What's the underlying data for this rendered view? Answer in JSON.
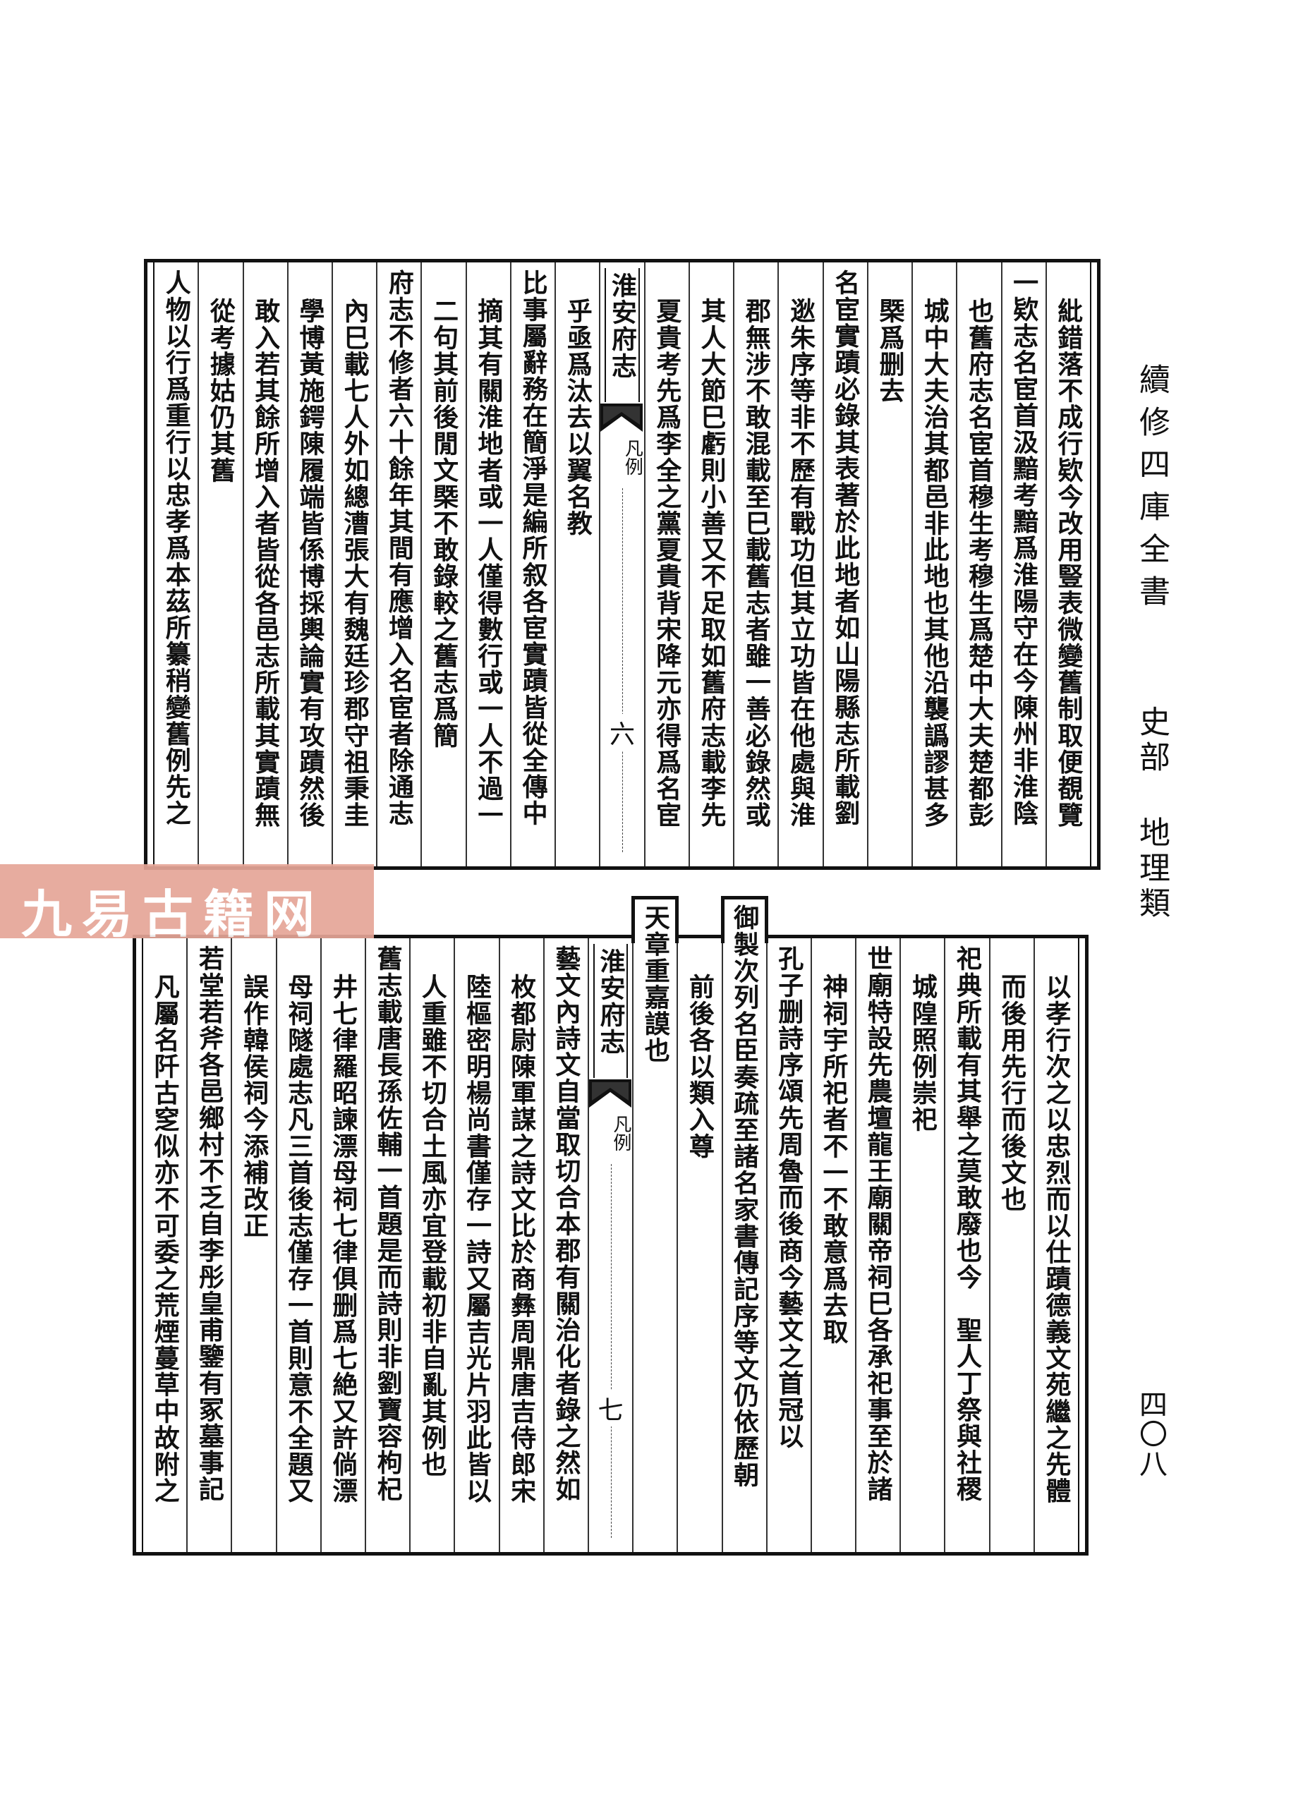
{
  "header": {
    "series_title": "續修四庫全書",
    "category": "史部 地理類",
    "page_number": "四〇八"
  },
  "watermark": "九易古籍网",
  "top_block": {
    "book_title": "淮安府志",
    "section": "凡例",
    "leaf": "六",
    "columns_right": [
      {
        "text": "紕錯落不成行欵今改用豎表微變舊制取便覩覽",
        "indent": 1
      },
      {
        "text": "一欵志名宦首汲黯考黯爲淮陽守在今陳州非淮陰",
        "indent": 0
      },
      {
        "text": "也舊府志名宦首穆生考穆生爲楚中大夫楚都彭",
        "indent": 1
      },
      {
        "text": "城中大夫治其都邑非此地也其他沿襲譌謬甚多",
        "indent": 1
      },
      {
        "text": "槩爲删去",
        "indent": 1
      },
      {
        "text": "名宦實蹟必錄其表著於此地者如山陽縣志所載劉",
        "indent": 0
      },
      {
        "text": "逖朱序等非不歷有戰功但其立功皆在他處與淮",
        "indent": 1
      },
      {
        "text": "郡無涉不敢混載至巳載舊志者雖一善必錄然或",
        "indent": 1
      },
      {
        "text": "其人大節巳虧則小善又不足取如舊府志載李先",
        "indent": 1
      },
      {
        "text": "夏貴考先爲李全之黨夏貴背宋降元亦得爲名宦",
        "indent": 1
      }
    ],
    "columns_left": [
      {
        "text": "乎亟爲汰去以翼名教",
        "indent": 1
      },
      {
        "text": "比事屬辭務在簡淨是編所叙各宦實蹟皆從全傳中",
        "indent": 0
      },
      {
        "text": "摘其有關淮地者或一人僅得數行或一人不過一",
        "indent": 1
      },
      {
        "text": "二句其前後閒文槩不敢錄較之舊志爲簡",
        "indent": 1
      },
      {
        "text": "府志不修者六十餘年其間有應增入名宦者除通志",
        "indent": 0
      },
      {
        "text": "內巳載七人外如總漕張大有魏廷珍郡守祖秉圭",
        "indent": 1
      },
      {
        "text": "學博黃施鍔陳履端皆係博採輿論實有攻蹟然後",
        "indent": 1
      },
      {
        "text": "敢入若其餘所增入者皆從各邑志所載其實蹟無",
        "indent": 1
      },
      {
        "text": "從考據姑仍其舊",
        "indent": 1
      },
      {
        "text": "人物以行爲重行以忠孝爲本茲所纂稍變舊例先之",
        "indent": 0
      }
    ]
  },
  "bottom_block": {
    "book_title": "淮安府志",
    "section": "凡例",
    "leaf": "七",
    "columns_right": [
      {
        "text": "以孝行次之以忠烈而以仕蹟德義文苑繼之先體",
        "indent": 1
      },
      {
        "text": "而後用先行而後文也",
        "indent": 1
      },
      {
        "text": "祀典所載有其舉之莫敢廢也今　聖人丁祭與社稷",
        "indent": 0
      },
      {
        "text": "城隍照例崇祀",
        "indent": 1
      },
      {
        "text": "世廟特設先農壇龍王廟關帝祠巳各承祀事至於諸",
        "indent": 0
      },
      {
        "text": "神祠宇所祀者不一不敢意爲去取",
        "indent": 1
      },
      {
        "text": "孔子删詩序頌先周魯而後商今藝文之首冠以",
        "indent": 0
      },
      {
        "text": "御製次列名臣奏疏至諸名家書傳記序等文仍依歷朝",
        "indent": -1
      },
      {
        "text": "前後各以類入尊",
        "indent": 1
      },
      {
        "text": "天章重嘉謨也",
        "indent": -1
      }
    ],
    "columns_left": [
      {
        "text": "藝文內詩文自當取切合本郡有關治化者錄之然如",
        "indent": 0
      },
      {
        "text": "枚都尉陳軍謀之詩文比於商彝周鼎唐吉侍郎宋",
        "indent": 1
      },
      {
        "text": "陸樞密明楊尚書僅存一詩又屬吉光片羽此皆以",
        "indent": 1
      },
      {
        "text": "人重雖不切合土風亦宜登載初非自亂其例也",
        "indent": 1
      },
      {
        "text": "舊志載唐長孫佐輔一首題是而詩則非劉寶容枸杞",
        "indent": 0
      },
      {
        "text": "井七律羅昭諫漂母祠七律俱删爲七絶又許倘漂",
        "indent": 1
      },
      {
        "text": "母祠隧處志凡三首後志僅存一首則意不全題又",
        "indent": 1
      },
      {
        "text": "誤作韓侯祠今添補改正",
        "indent": 1
      },
      {
        "text": "若堂若斧各邑鄉村不乏自李彤皇甫鑒有冢墓事記",
        "indent": 0
      },
      {
        "text": "凡屬名阡古窆似亦不可委之荒煙蔓草中故附之",
        "indent": 1
      }
    ]
  }
}
